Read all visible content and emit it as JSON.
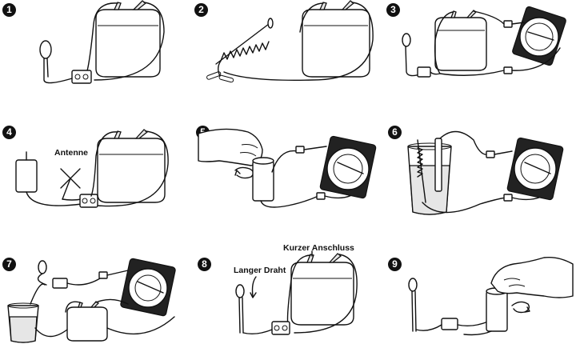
{
  "steps": [
    {
      "number": "1"
    },
    {
      "number": "2"
    },
    {
      "number": "3"
    },
    {
      "number": "4",
      "label": "Antenne"
    },
    {
      "number": "5"
    },
    {
      "number": "6"
    },
    {
      "number": "7"
    },
    {
      "number": "8",
      "label_long_wire": "Langer Draht",
      "label_short_connection": "Kurzer Anschluss"
    },
    {
      "number": "9"
    }
  ],
  "icons": [
    "battery-icon",
    "led-icon",
    "terminal-block-icon",
    "compass-icon",
    "motor-icon",
    "nail-coil-icon",
    "paperclip-icon",
    "glass-of-water-icon",
    "hand-icon",
    "rotation-arrow-icon",
    "antenna-icon"
  ]
}
